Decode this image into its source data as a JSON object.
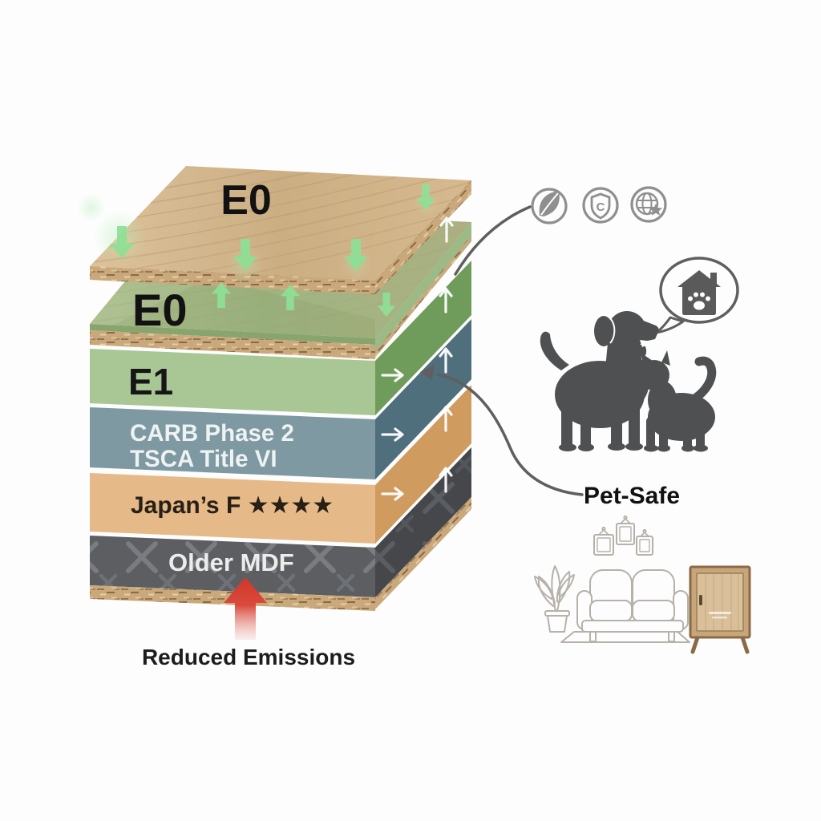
{
  "scene": {
    "background": "#fdfdfd"
  },
  "board": {
    "top_sheet": {
      "label": "E0"
    },
    "core": {
      "label": "E0"
    },
    "layers": [
      {
        "id": "e1",
        "label": "E1",
        "front_color": "#a9c795",
        "edge_color": "#6f9c5a"
      },
      {
        "id": "carb-tsca",
        "label": "CARB Phase 2",
        "label2": "TSCA Title VI",
        "front_color": "#7e99a2",
        "edge_color": "#4f6f7d"
      },
      {
        "id": "japan-f4",
        "label": "Japan’s F ★★★★",
        "front_color": "#e5b988",
        "edge_color": "#d09b5f"
      },
      {
        "id": "older-mdf",
        "label": "Older MDF",
        "front_color": "#5c5e62",
        "edge_color": "#45474b"
      }
    ],
    "emissions_arrow": {
      "label": "Reduced Emissions",
      "color": "#d63c2f"
    },
    "green_arrow_color": "#8fdf97"
  },
  "badges": {
    "items": [
      "leaf-icon",
      "shield-certificate-icon",
      "globe-icon"
    ],
    "shield_letter": "C"
  },
  "pet_area": {
    "label": "Pet-Safe",
    "bubble_icon": "house-paw-icon",
    "silhouettes": [
      "dog",
      "cat"
    ]
  },
  "furniture": {
    "items": [
      "wall-frames",
      "potted-plant",
      "sofa",
      "rug",
      "wooden-cabinet"
    ]
  }
}
